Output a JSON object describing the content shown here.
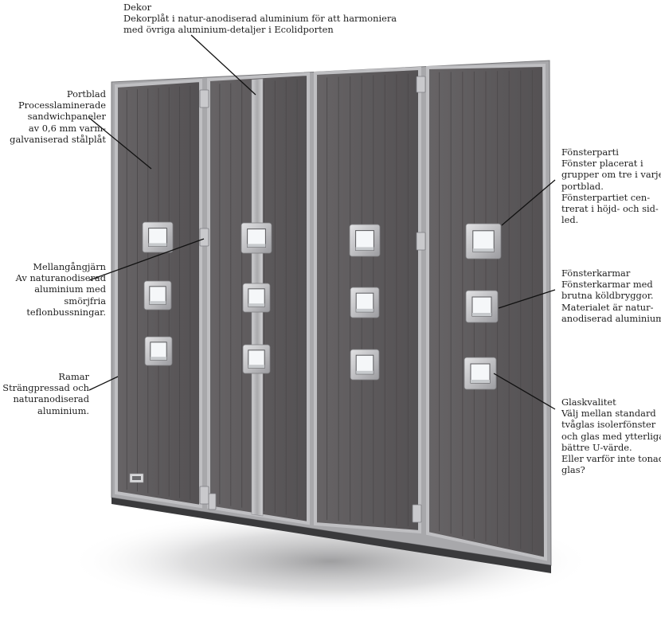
{
  "callouts": {
    "dekor": {
      "title": "Dekor",
      "lines": [
        "Dekorplåt i natur-anodiserad aluminium för att harmoniera",
        "med övriga aluminium-detaljer i Ecolidporten"
      ]
    },
    "portblad": {
      "title": "Portblad",
      "lines": [
        "Processlaminerade",
        "sandwichpaneler",
        "av 0,6 mm varm-",
        "galvaniserad stålplåt"
      ]
    },
    "fonsterparti": {
      "title": "Fönsterparti",
      "lines": [
        "Fönster placerat i",
        "grupper om tre i varje",
        "portblad.",
        "Fönsterpartiet cen-",
        "trerat i höjd- och sid-",
        "led."
      ]
    },
    "mellangangjarn": {
      "title": "Mellangångjärn",
      "lines": [
        "Av naturanodiserad",
        "aluminium med",
        "smörjfria",
        "teflonbussningar."
      ]
    },
    "fonsterkarmar": {
      "title": "Fönsterkarmar",
      "lines": [
        "Fönsterkarmar med",
        "brutna köldbryggor.",
        "Materialet är natur-",
        "anodiserad aluminium."
      ]
    },
    "ramar": {
      "title": "Ramar",
      "lines": [
        "Strängpressad och",
        "naturanodiserad",
        "aluminium."
      ]
    },
    "glaskvalitet": {
      "title": "Glaskvalitet",
      "lines": [
        "Välj mellan standard",
        "tvåglas isolerfönster",
        "och glas med ytterligare",
        "bättre U-värde.",
        "Eller varför inte tonade",
        "glas?"
      ]
    }
  },
  "colors": {
    "panel": "#5e5b5d",
    "panel_light": "#6b686a",
    "rib": "#4a4749",
    "frame": "#b9b9bb",
    "frame_dark": "#8d8d90",
    "glass": "#f4f6f8"
  },
  "icons": [
    "hinge-icon",
    "logo-badge-icon"
  ]
}
